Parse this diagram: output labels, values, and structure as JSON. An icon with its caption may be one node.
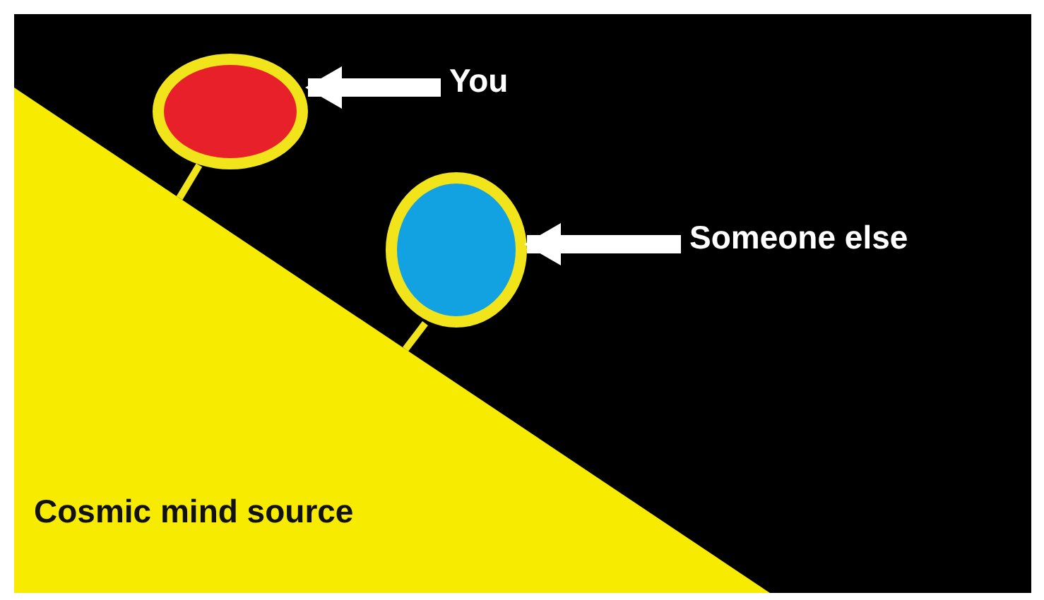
{
  "diagram": {
    "nodes": [
      {
        "text": [
          "You"
        ]
      },
      {
        "text": [],
        "shape": "circle"
      },
      {
        "text": [
          "Someone else"
        ]
      },
      {
        "text": [],
        "shape": "circle"
      },
      {
        "text": [
          "Cosmic mind source"
        ]
      }
    ],
    "edges": [
      {
        "from": 0,
        "to": 1,
        "arrow": "to",
        "style": "thick",
        "color": "#ffffff"
      },
      {
        "from": 2,
        "to": 3,
        "arrow": "to",
        "style": "thick",
        "color": "#ffffff"
      },
      {
        "from": 1,
        "to": 4,
        "arrow": "none",
        "color": "#f2e41a"
      },
      {
        "from": 3,
        "to": 4,
        "arrow": "none",
        "color": "#f2e41a"
      }
    ]
  }
}
